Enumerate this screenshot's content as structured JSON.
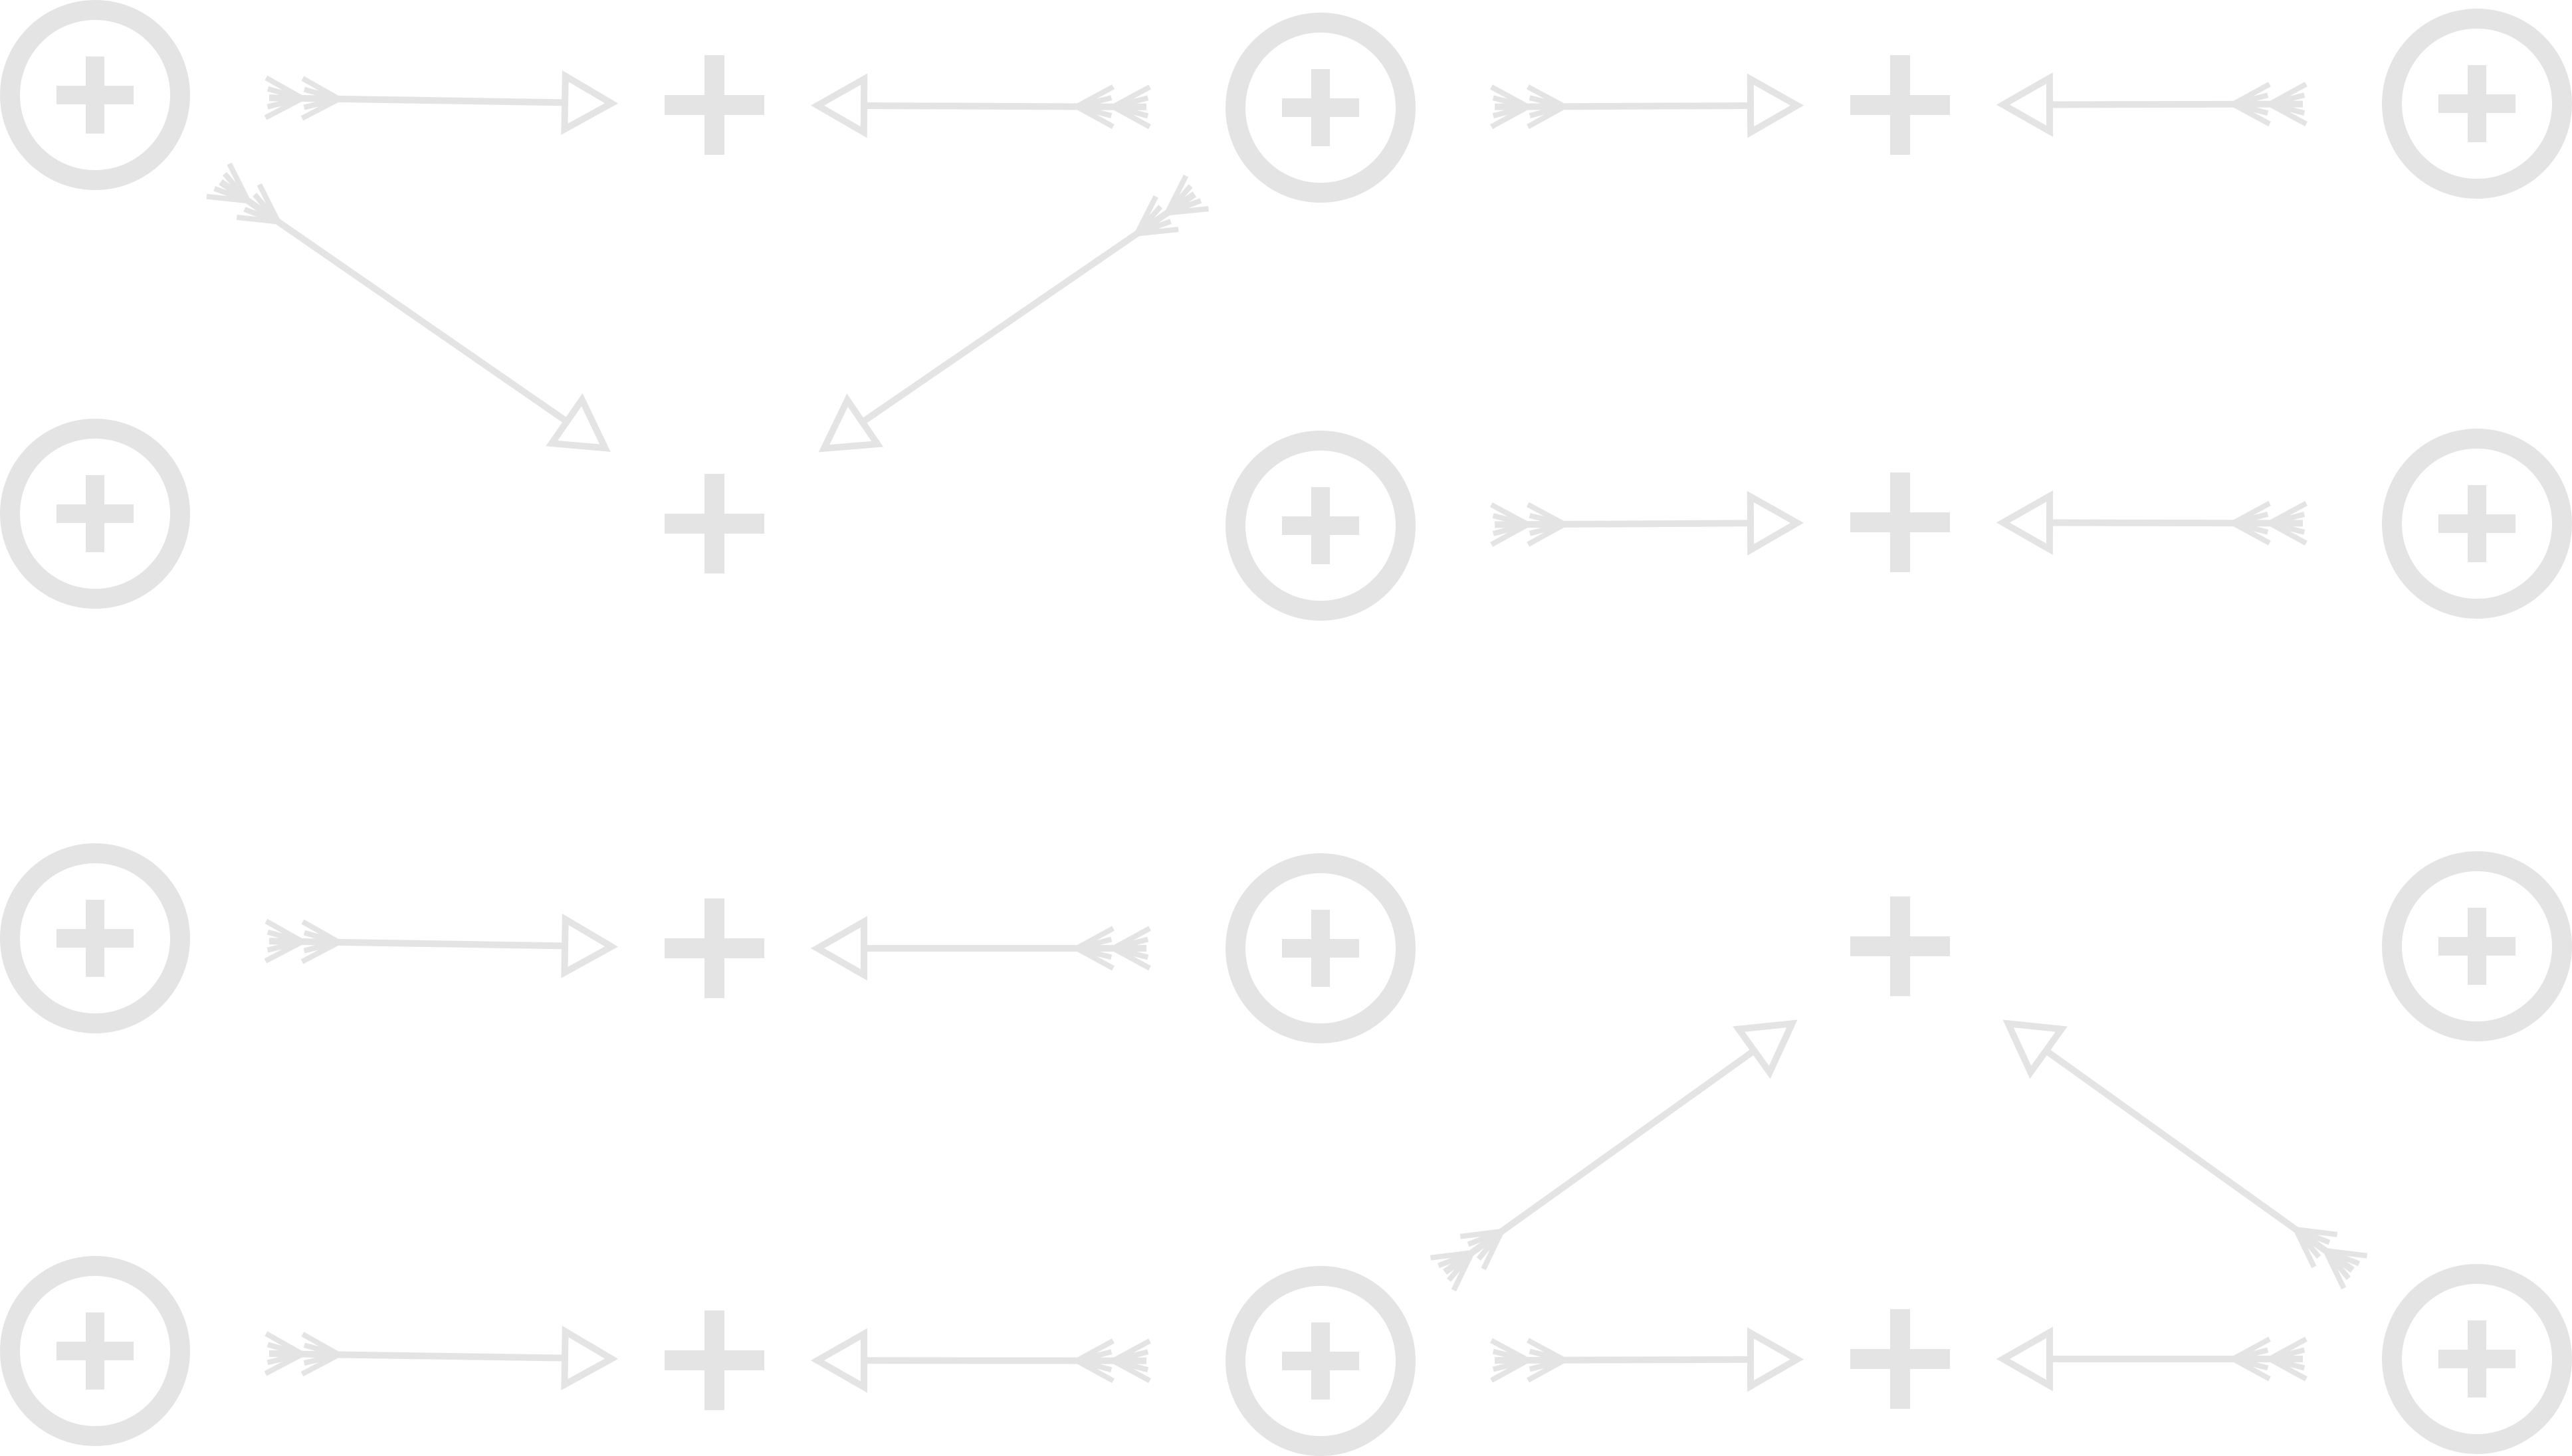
{
  "diagram": {
    "style": {
      "stroke_color": "#e4e4e4",
      "background_color": "#ffffff",
      "symbol_icon": "plus-in-circle",
      "arrow_style": "fletched-arrow-with-open-triangle-head"
    },
    "nodes": [
      {
        "id": "r1c1",
        "kind": "circled-plus"
      },
      {
        "id": "r1c2",
        "kind": "plus"
      },
      {
        "id": "r1c3",
        "kind": "circled-plus"
      },
      {
        "id": "r1c4",
        "kind": "plus"
      },
      {
        "id": "r1c5",
        "kind": "circled-plus"
      },
      {
        "id": "r2c1",
        "kind": "circled-plus"
      },
      {
        "id": "r2c2",
        "kind": "plus"
      },
      {
        "id": "r2c3",
        "kind": "circled-plus"
      },
      {
        "id": "r2c4",
        "kind": "plus"
      },
      {
        "id": "r2c5",
        "kind": "circled-plus"
      },
      {
        "id": "r3c1",
        "kind": "circled-plus"
      },
      {
        "id": "r3c2",
        "kind": "plus"
      },
      {
        "id": "r3c3",
        "kind": "circled-plus"
      },
      {
        "id": "r3c4",
        "kind": "plus"
      },
      {
        "id": "r3c5",
        "kind": "circled-plus"
      },
      {
        "id": "r4c1",
        "kind": "circled-plus"
      },
      {
        "id": "r4c2",
        "kind": "plus"
      },
      {
        "id": "r4c3",
        "kind": "circled-plus"
      },
      {
        "id": "r4c4",
        "kind": "plus"
      },
      {
        "id": "r4c5",
        "kind": "circled-plus"
      }
    ],
    "arrows": [
      {
        "from": "r1c1",
        "to": "r1c2"
      },
      {
        "from": "r1c3",
        "to": "r1c2"
      },
      {
        "from": "r1c3",
        "to": "r1c4"
      },
      {
        "from": "r1c5",
        "to": "r1c4"
      },
      {
        "from": "r1c1",
        "to": "r2c2"
      },
      {
        "from": "r1c3",
        "to": "r2c2"
      },
      {
        "from": "r2c3",
        "to": "r2c4"
      },
      {
        "from": "r2c5",
        "to": "r2c4"
      },
      {
        "from": "r3c1",
        "to": "r3c2"
      },
      {
        "from": "r3c3",
        "to": "r3c2"
      },
      {
        "from": "r4c3",
        "to": "r3c4"
      },
      {
        "from": "r4c5",
        "to": "r3c4"
      },
      {
        "from": "r4c1",
        "to": "r4c2"
      },
      {
        "from": "r4c3",
        "to": "r4c2"
      },
      {
        "from": "r4c3",
        "to": "r4c4"
      },
      {
        "from": "r4c5",
        "to": "r4c4"
      }
    ]
  }
}
